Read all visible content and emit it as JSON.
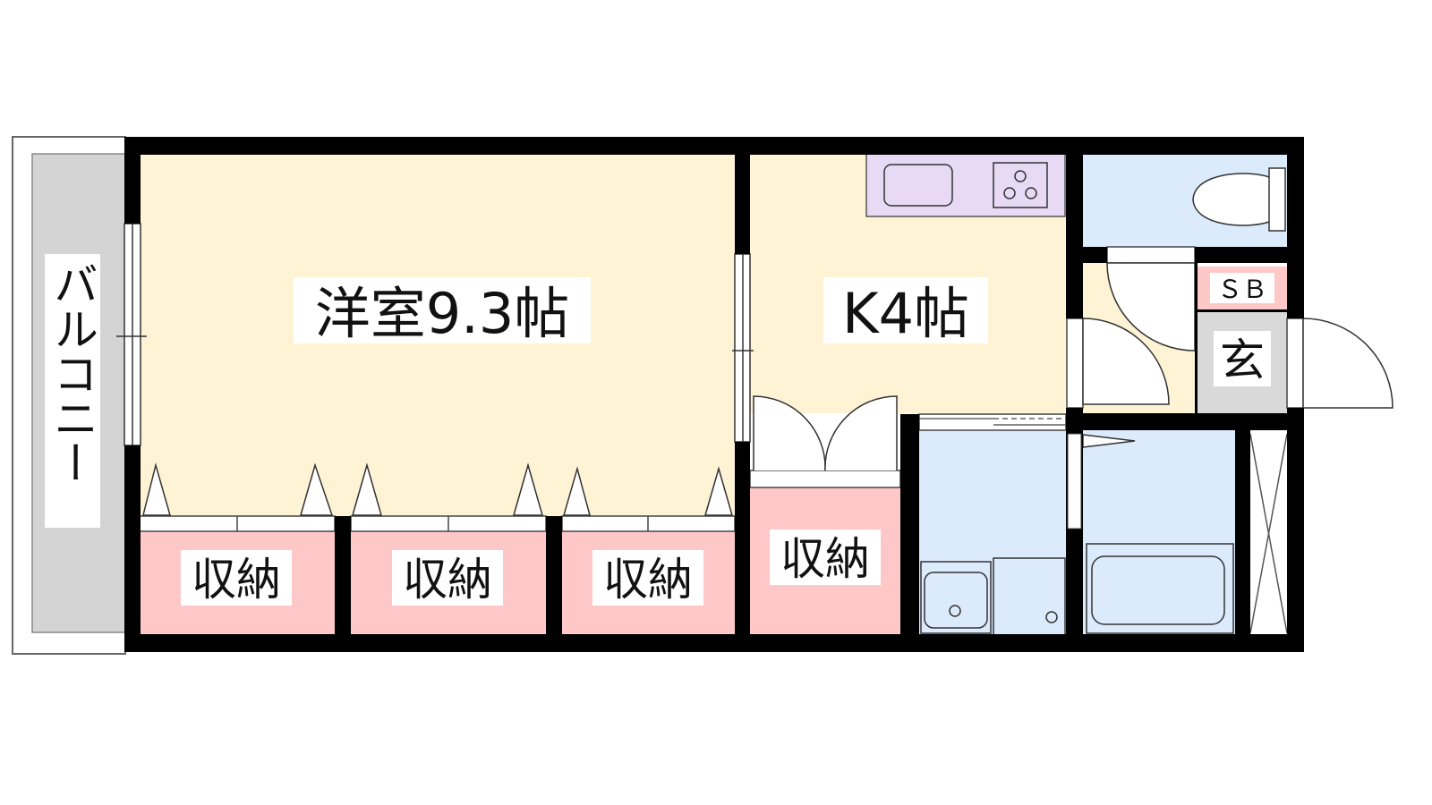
{
  "floorplan": {
    "balcony": {
      "label": "バルコニー"
    },
    "rooms": {
      "western_room": {
        "label": "洋室9.3帖"
      },
      "kitchen": {
        "label": "K4帖"
      },
      "storage_1": {
        "label": "収納"
      },
      "storage_2": {
        "label": "収納"
      },
      "storage_3": {
        "label": "収納"
      },
      "storage_4": {
        "label": "収納"
      },
      "shoe_box": {
        "label": "ＳＢ"
      },
      "entrance": {
        "label": "玄"
      }
    },
    "colors": {
      "wall": "#000000",
      "western_room_floor": "#fff3d6",
      "kitchen_floor": "#fff3d6",
      "storage_floor": "#ffc8c8",
      "wet_area_floor": "#dcebfc",
      "kitchen_counter": "#e8d9f5",
      "balcony_floor": "#d4d4d4",
      "entrance_floor": "#d9d9d9"
    }
  }
}
